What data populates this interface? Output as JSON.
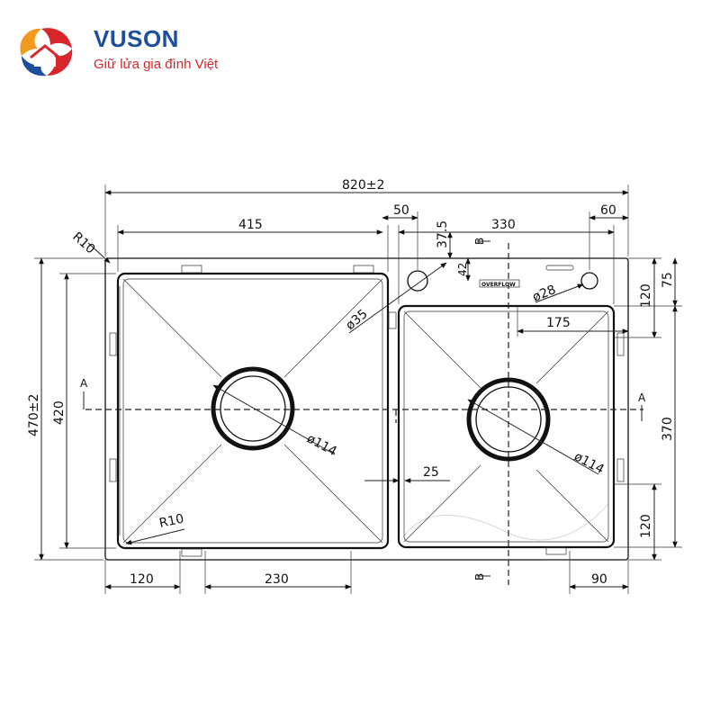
{
  "brand": {
    "name": "VUSON",
    "slogan": "Giữ lửa gia đình Việt",
    "colors": {
      "primary": "#1d4f9c",
      "accent": "#d8262d",
      "logo_orange": "#f39a1e"
    },
    "logo_icon": "flame-house-logo"
  },
  "drawing": {
    "dimensions": {
      "overall_width": "820±2",
      "left_bowl_width": "415",
      "tap_offset_left": "50",
      "tap_offset_top": "37.5",
      "right_bowl_width": "330",
      "tap_offset_right": "60",
      "overall_height": "470±2",
      "left_bowl_height": "420",
      "right_bowl_height": "370",
      "right_bowl_top_offset": "75",
      "right_tap_to_bowl": "120",
      "overflow_offset": "42",
      "right_drain_offset": "175",
      "left_drain_x": "120",
      "left_drain_spacing": "230",
      "right_bottom_margin": "90",
      "right_drain_y": "120",
      "divider": "25",
      "corner_radius_top": "R10",
      "corner_radius_bottom": "R10",
      "tap_hole_left": "ø35",
      "tap_hole_right": "ø28",
      "drain_left": "ø114",
      "drain_right": "ø114",
      "overflow_label": "OVERFLOW"
    },
    "section_markers": {
      "a_label": "A",
      "b_label": "B"
    }
  }
}
